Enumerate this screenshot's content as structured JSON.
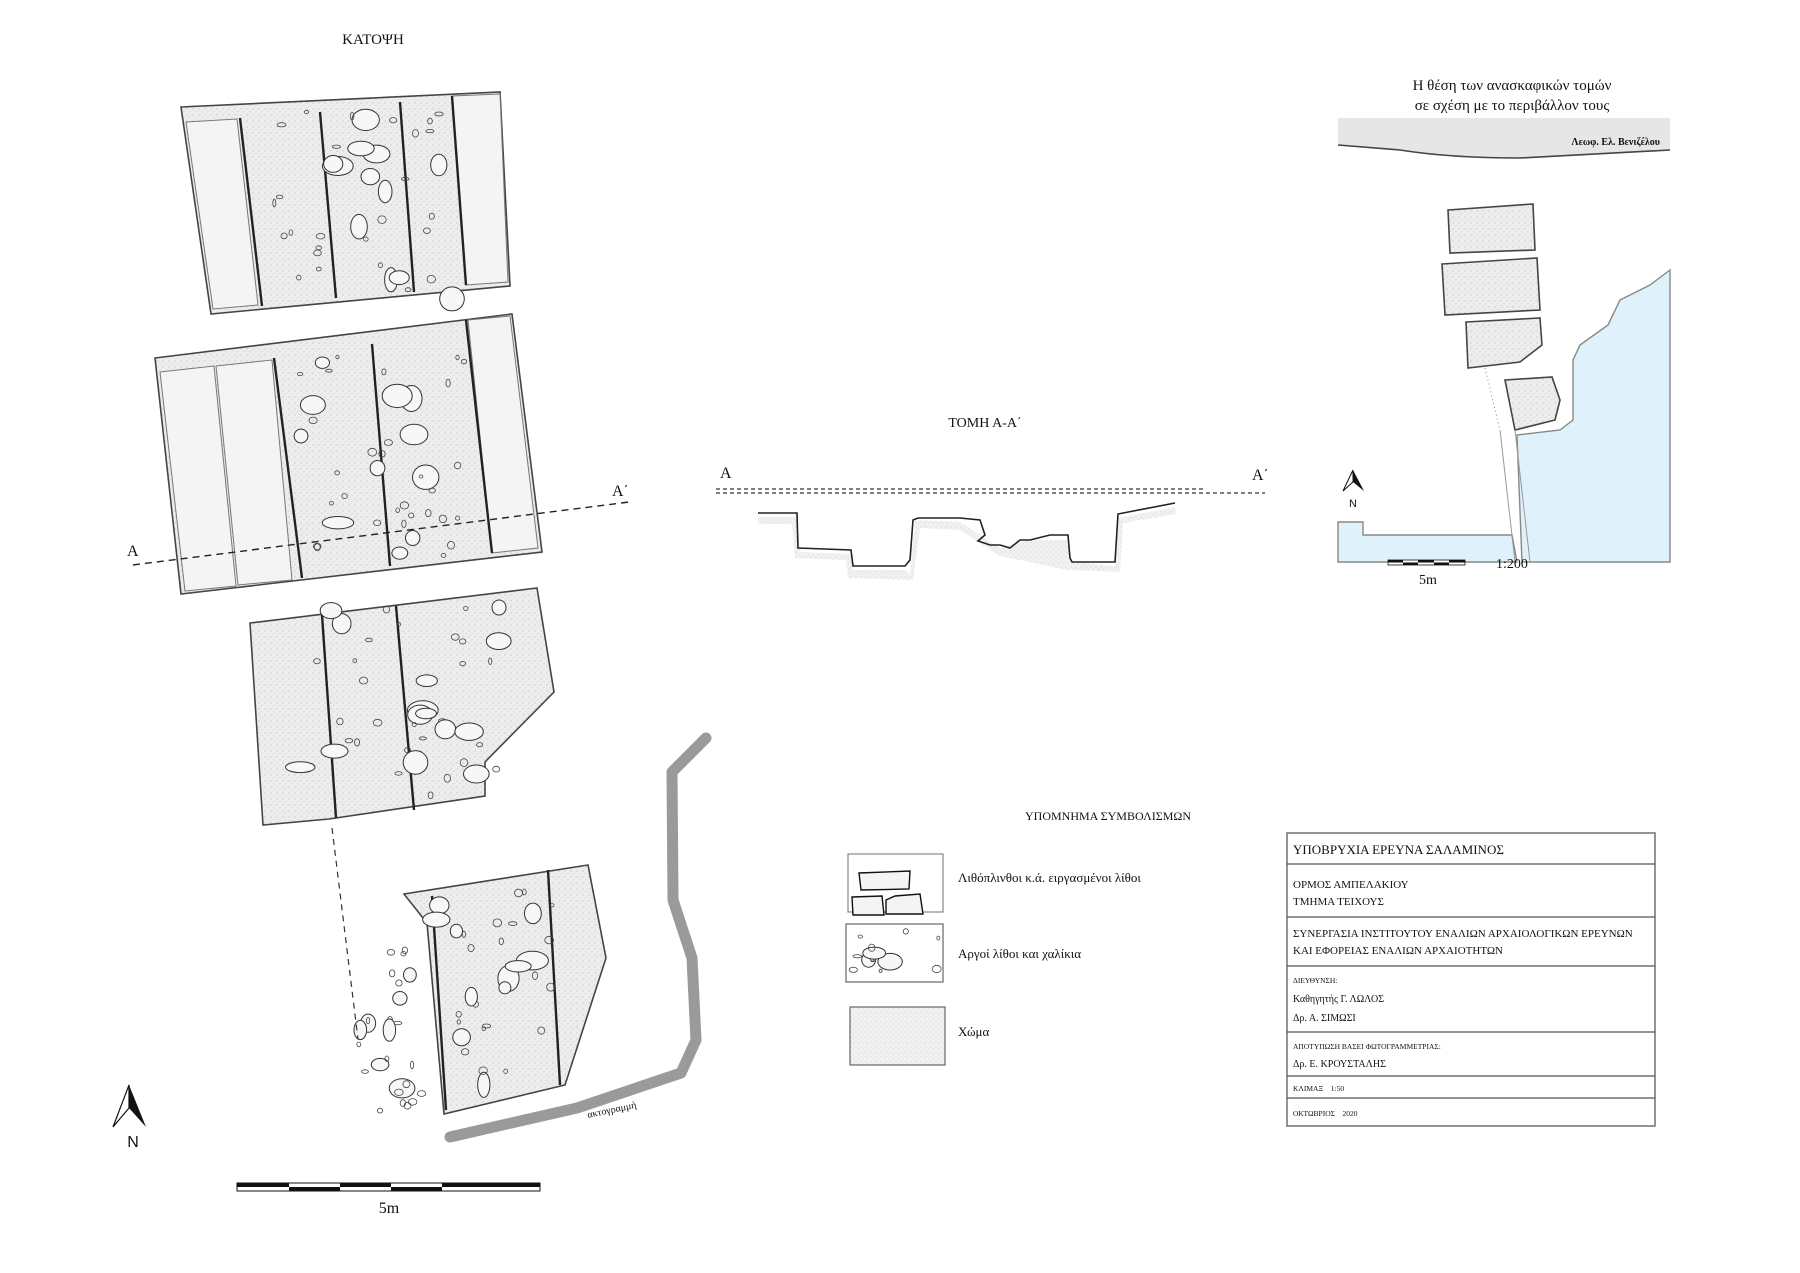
{
  "plan": {
    "title": "ΚΑΤΟΨΗ",
    "section_start_label": "Α",
    "section_end_label": "Α΄",
    "shoreline_label": "ακτογραμμή",
    "north_label": "N",
    "scale_label": "5m"
  },
  "section": {
    "title": "ΤΟΜΗ Α-Α΄",
    "start_label": "Α",
    "end_label": "Α΄"
  },
  "legend": {
    "title": "ΥΠΟΜΝΗΜΑ ΣΥΜΒΟΛΙΣΜΩΝ",
    "items": [
      {
        "label": "Λιθόπλινθοι κ.ά. ειργασμένοι λίθοι"
      },
      {
        "label": "Αργοί λίθοι και χαλίκια"
      },
      {
        "label": "Χώμα"
      }
    ]
  },
  "inset_map": {
    "title_line1": "Η θέση των ανασκαφικών τομών",
    "title_line2": "σε σχέση με το περιβάλλον τους",
    "road_label": "Λεωφ. Ελ. Βενιζέλου",
    "north_label": "N",
    "scale_label": "5m",
    "scale_ratio": "1:200",
    "sea_color": "#dff1fb"
  },
  "title_block": {
    "project": "ΥΠΟΒΡΥΧΙΑ ΕΡΕΥΝΑ ΣΑΛΑΜΙΝΟΣ",
    "site_line1": "ΟΡΜΟΣ ΑΜΠΕΛΑΚΙΟΥ",
    "site_line2": "ΤΜΗΜΑ ΤΕΙΧΟΥΣ",
    "collab_line1": "ΣΥΝΕΡΓΑΣΙΑ ΙΝΣΤΙΤΟΥΤΟΥ ΕΝΑΛΙΩΝ ΑΡΧΑΙΟΛΟΓΙΚΩΝ ΕΡΕΥΝΩΝ",
    "collab_line2": "ΚΑΙ ΕΦΟΡΕΙΑΣ ΕΝΑΛΙΩΝ ΑΡΧΑΙΟΤΗΤΩΝ",
    "direction_label": "ΔΙΕΥΘΥΝΣΗ:",
    "director1": "Καθηγητής   Γ. ΛΩΛΟΣ",
    "director2": "Δρ. Α. ΣΙΜΩΣΙ",
    "survey_label": "ΑΠΟΤΥΠΩΣΗ ΒΑΣΕΙ ΦΩΤΟΓΡΑΜΜΕΤΡΙΑΣ:",
    "surveyor": "Δρ. Ε. ΚΡΟΥΣΤΑΛΗΣ",
    "scale": "ΚΛΙΜΑΞ    1:50",
    "date": "ΟΚΤΩΒΡΙΟΣ    2020"
  }
}
